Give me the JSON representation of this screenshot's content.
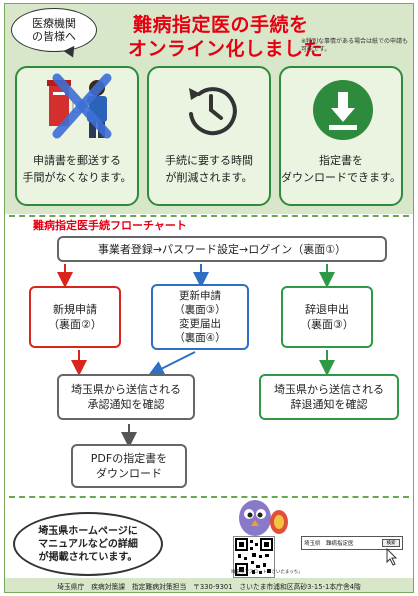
{
  "header": {
    "bubble_line1": "医療機関",
    "bubble_line2": "の皆様へ",
    "title_line1": "難病指定医の手続を",
    "title_line2": "オンライン化しました",
    "note": "※特別な事情がある場合は紙での申請も可能です。"
  },
  "benefits": [
    {
      "line1": "申請書を郵送する",
      "line2": "手間がなくなります。",
      "icon": "post-mailbox-crossed-icon"
    },
    {
      "line1": "手続に要する時間",
      "line2": "が削減されます。",
      "icon": "clock-history-icon"
    },
    {
      "line1": "指定書を",
      "line2": "ダウンロードできます。",
      "icon": "download-icon"
    }
  ],
  "flow": {
    "title": "難病指定医手続フローチャート",
    "register": "事業者登録→パスワード設定→ログイン（裏面①）",
    "new_app": {
      "line1": "新規申請",
      "line2": "（裏面②）"
    },
    "renewal": {
      "line1": "更新申請",
      "line2": "（裏面③）",
      "line3": "変更届出",
      "line4": "（裏面④）"
    },
    "withdraw": {
      "line1": "辞退申出",
      "line2": "（裏面③）"
    },
    "approval": {
      "line1": "埼玉県から送信される",
      "line2": "承認通知を確認"
    },
    "withdraw_notice": {
      "line1": "埼玉県から送信される",
      "line2": "辞退通知を確認"
    },
    "pdf": {
      "line1": "PDFの指定書を",
      "line2": "ダウンロード"
    }
  },
  "homepage": {
    "line1": "埼玉県ホームページに",
    "line2": "マニュアルなどの詳細",
    "line3": "が掲載されています。",
    "mascot_caption": "埼玉県マスコット「さいたまっち」",
    "search_text": "埼玉県　難病指定医",
    "search_button": "検索"
  },
  "footer": {
    "text": "埼玉県庁　疾病対策課　指定難病対策担当　〒330-9301　さいたま市浦和区高砂3-15-1本庁舎4階"
  },
  "colors": {
    "title_red": "#e60012",
    "card_green": "#2e8a3d",
    "arrow_red": "#d9251b",
    "arrow_blue": "#2f6fc4",
    "arrow_green": "#2e9a46"
  }
}
